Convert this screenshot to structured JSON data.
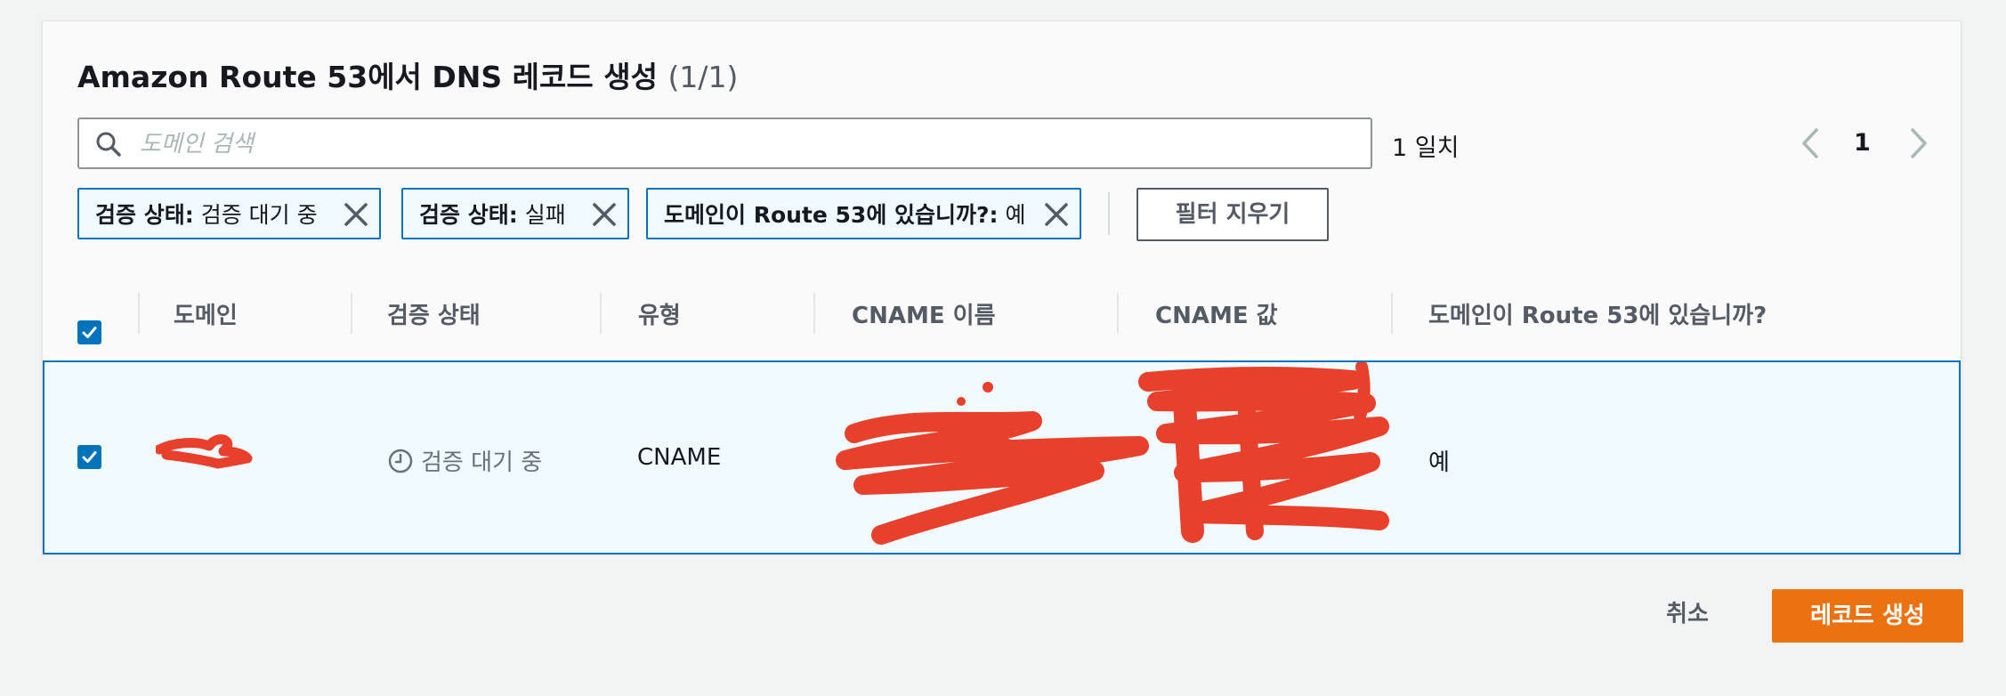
{
  "panel": {
    "title": "Amazon Route 53에서 DNS 레코드 생성",
    "count": "(1/1)"
  },
  "search": {
    "placeholder": "도메인 검색",
    "value": "",
    "icon": "search-icon"
  },
  "matches": "1 일치",
  "pagination": {
    "current_page": "1"
  },
  "filters": [
    {
      "key": "검증 상태:",
      "value": "검증 대기 중"
    },
    {
      "key": "검증 상태:",
      "value": "실패"
    },
    {
      "key": "도메인이 Route 53에 있습니까?:",
      "value": "예"
    }
  ],
  "clear_filters_label": "필터 지우기",
  "table": {
    "columns": [
      "도메인",
      "검증 상태",
      "유형",
      "CNAME 이름",
      "CNAME 값",
      "도메인이 Route 53에 있습니까?"
    ],
    "rows": [
      {
        "selected": true,
        "domain": "",
        "status": "검증 대기 중",
        "type": "CNAME",
        "cname_name": "",
        "cname_value": "",
        "in_route53": "예"
      }
    ],
    "select_all_checked": true
  },
  "footer": {
    "cancel_label": "취소",
    "create_label": "레코드 생성"
  },
  "colors": {
    "accent": "#0073bb",
    "primary_button": "#ec7211",
    "redaction": "#e8402a"
  }
}
